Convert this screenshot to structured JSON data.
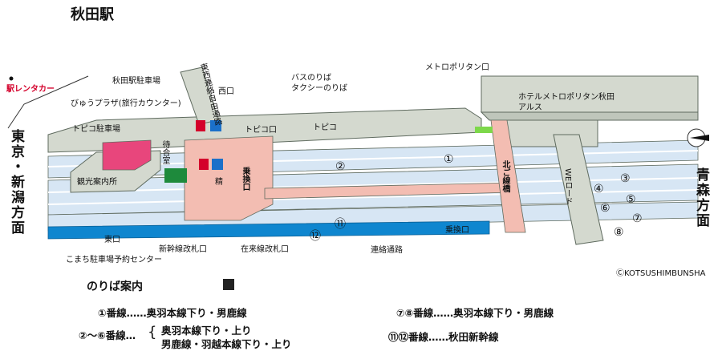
{
  "title": "秋田駅",
  "copyright": "ⒸKOTSUSHIMBUNSHA",
  "directions": {
    "left": [
      "東",
      "京",
      "・",
      "新",
      "潟",
      "方",
      "面"
    ],
    "right": [
      "青",
      "森",
      "方",
      "面"
    ]
  },
  "labels": {
    "rent_a_car": "駅レンタカー",
    "akita_parking": "秋田駅駐車場",
    "view_plaza": "びゅうプラザ(旅行カウンター)",
    "topico_parking": "トピコ駐車場",
    "tourist_info": "観光案内所",
    "waiting_room": "待合室",
    "free_passage": "東西連絡自由通路",
    "west_exit": "西口",
    "bus": "バスのりば",
    "taxi": "タクシーのりば",
    "topico_exit": "トピコ口",
    "topico": "トピコ",
    "metropolitan_exit": "メトロポリタン口",
    "hotel_line1": "ホテルメトロポリタン秋田",
    "hotel_line2": "アルス",
    "transfer_exit": "乗換口",
    "kitagoshi_bridge": "北ご線橋",
    "we_road": "WEロード",
    "east_exit": "東口",
    "shinkansen_gate": "新幹線改札口",
    "conventional_gate": "在来線改札口",
    "komachi_parking": "こまち駐車場予約センター",
    "connecting_passage": "連絡通路",
    "transfer_exit_2": "乗換口",
    "seisan": "精"
  },
  "tracks": [
    "①",
    "②",
    "③",
    "④",
    "⑤",
    "⑥",
    "⑦",
    "⑧",
    "⑪",
    "⑫"
  ],
  "legend": {
    "heading": "のりば案内",
    "row1": "①番線……奥羽本線下り・男鹿線",
    "row2_label": "②～⑥番線…",
    "row2_bracket": "{",
    "row2_line1": "奥羽本線下り・上り",
    "row2_line2": "男鹿線・羽越本線下り・上り",
    "row3": "⑦⑧番線……奥羽本線下り・男鹿線",
    "row4": "⑪⑫番線……秋田新幹線"
  },
  "colors": {
    "building": "#d4d9cf",
    "building_edge": "#5f6b5f",
    "platform": "#d7e6f4",
    "track": "#ffffff",
    "shinkansen": "#0f86cf",
    "concourse": "#f3bdb2",
    "parking_pink": "#e8467c",
    "green_gate": "#1e8a3c",
    "green_marker": "#7dd84a",
    "accent_red": "#d4002b"
  }
}
